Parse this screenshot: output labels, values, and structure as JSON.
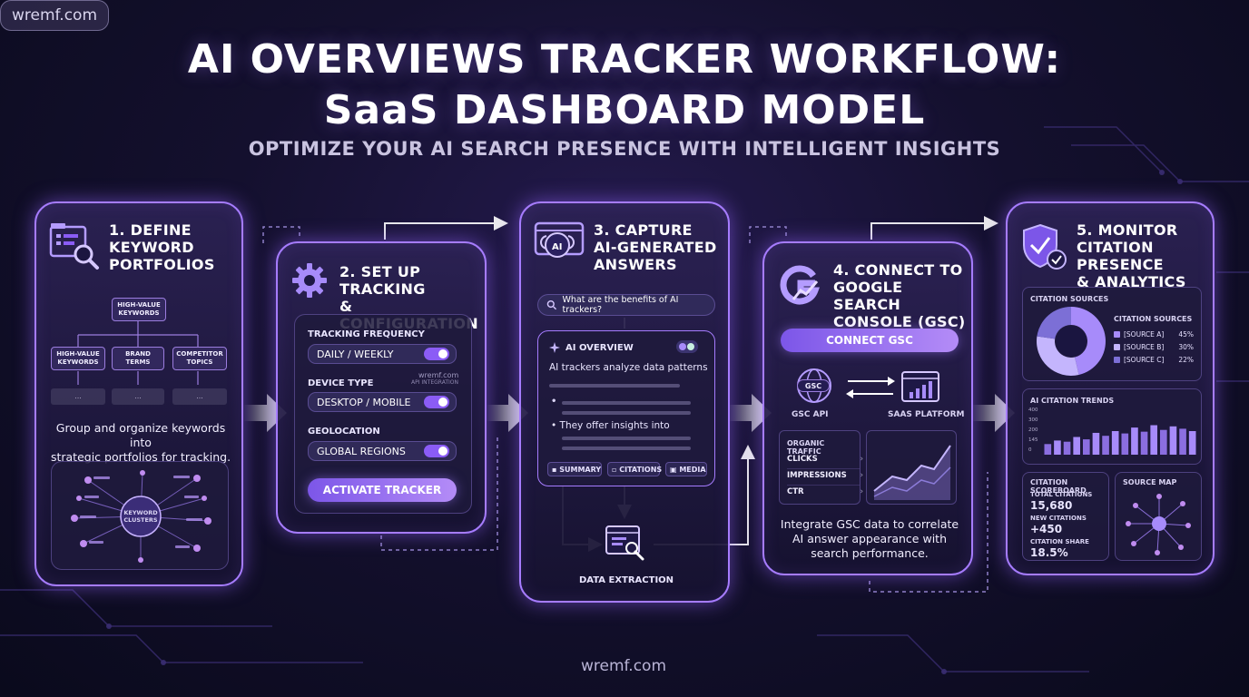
{
  "header": {
    "title_line1": "AI OVERVIEWS TRACKER WORKFLOW:",
    "title_line2": "SaaS DASHBOARD MODEL",
    "subtitle": "OPTIMIZE YOUR AI SEARCH PRESENCE WITH INTELLIGENT INSIGHTS"
  },
  "colors": {
    "accent": "#a67cff",
    "button": "#8b5cf6",
    "background": "#0a0a1c"
  },
  "step1": {
    "title": [
      "1. DEFINE",
      "KEYWORD",
      "PORTFOLIOS"
    ],
    "root": "HIGH-VALUE KEYWORDS",
    "children": [
      "HIGH-VALUE KEYWORDS",
      "BRAND TERMS",
      "COMPETITOR TOPICS"
    ],
    "placeholder": "...",
    "description": [
      "Group and organize keywords into",
      "strategic portfolios for tracking."
    ],
    "cluster_label": "KEYWORD CLUSTERS"
  },
  "step2": {
    "title": [
      "2. SET UP TRACKING",
      "& CONFIGURATION"
    ],
    "settings": [
      {
        "label": "TRACKING FREQUENCY",
        "value": "DAILY / WEEKLY"
      },
      {
        "label": "DEVICE TYPE",
        "value": "DESKTOP / MOBILE"
      },
      {
        "label": "GEOLOCATION",
        "value": "GLOBAL REGIONS"
      }
    ],
    "watermark": "wremf.com",
    "watermark_sub": "API INTEGRATION",
    "button": "ACTIVATE TRACKER"
  },
  "step3": {
    "title": [
      "3. CAPTURE",
      "AI-GENERATED",
      "ANSWERS"
    ],
    "icon_text": "AI",
    "query": "What are the benefits of AI trackers?",
    "overview_label": "AI OVERVIEW",
    "line1": "AI trackers analyze data patterns",
    "line2": "They offer insights into",
    "chips": [
      "SUMMARY",
      "CITATIONS",
      "MEDIA"
    ],
    "extraction": "DATA EXTRACTION"
  },
  "step4": {
    "title": [
      "4. CONNECT TO",
      "GOOGLE SEARCH",
      "CONSOLE (GSC)"
    ],
    "button": "CONNECT GSC",
    "gsc_badge": "GSC",
    "gsc_label": "GSC API",
    "saas_label": "SAAS PLATFORM",
    "metrics_title": "ORGANIC TRAFFIC",
    "metrics": [
      "CLICKS",
      "IMPRESSIONS",
      "CTR"
    ],
    "description": [
      "Integrate GSC data to correlate",
      "AI answer appearance with",
      "search performance."
    ]
  },
  "step5": {
    "title": [
      "5. MONITOR",
      "CITATION PRESENCE",
      "& ANALYTICS"
    ],
    "sources_heading": "CITATION SOURCES",
    "sources_legend_title": "CITATION SOURCES",
    "sources": [
      {
        "name": "[SOURCE A]",
        "pct": "45%",
        "value": 45,
        "color": "#a78bfa"
      },
      {
        "name": "[SOURCE B]",
        "pct": "30%",
        "value": 30,
        "color": "#c4b5fd"
      },
      {
        "name": "[SOURCE C]",
        "pct": "22%",
        "value": 22,
        "color": "#7c6fd6"
      }
    ],
    "trends_title": "AI CITATION TRENDS",
    "trend_ticks": [
      "400",
      "300",
      "200",
      "145",
      "0"
    ],
    "trend_values": [
      90,
      120,
      110,
      150,
      130,
      185,
      160,
      200,
      180,
      230,
      195,
      250,
      210,
      240,
      220,
      200
    ],
    "scoreboard_title": "CITATION SCOREBOARD",
    "scores": [
      {
        "label": "TOTAL CITATIONS",
        "value": "15,680"
      },
      {
        "label": "NEW CITATIONS",
        "value": "+450"
      },
      {
        "label": "CITATION SHARE",
        "value": "18.5%"
      }
    ],
    "map_title": "SOURCE MAP"
  },
  "watermarks": {
    "center": "wremf.com",
    "corner": "wremf.com"
  }
}
